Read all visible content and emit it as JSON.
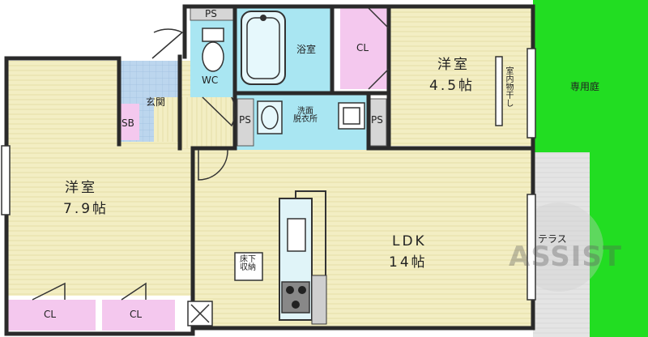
{
  "rooms": {
    "western_left_label": "洋室",
    "western_left_size": "7.9帖",
    "western_right_label": "洋室",
    "western_right_size": "4.5帖",
    "ldk_label": "LDK",
    "ldk_size": "14帖",
    "entrance": "玄関",
    "bath": "浴室",
    "wc": "WC",
    "washroom": "洗面\n脱衣所",
    "shoe_box": "SB",
    "closet_right": "CL",
    "closet_left1": "CL",
    "closet_left2": "CL",
    "pipe_top": "PS",
    "pipe_left": "PS",
    "pipe_right": "PS",
    "underfloor": "床下\n収納",
    "indoor_drying": "室内物干し",
    "private_garden": "専用庭",
    "terrace": "テラス"
  },
  "watermark": "ASSIST",
  "colors": {
    "floor_wood": "#f2edc0",
    "tile_blue": "#bcd6ee",
    "bath_cyan": "#a9e6f2",
    "closet_pink": "#f4c8ee",
    "garden_green": "#22dd22",
    "terrace_gray": "#e6e6e6",
    "wall": "#2a2a2a"
  }
}
